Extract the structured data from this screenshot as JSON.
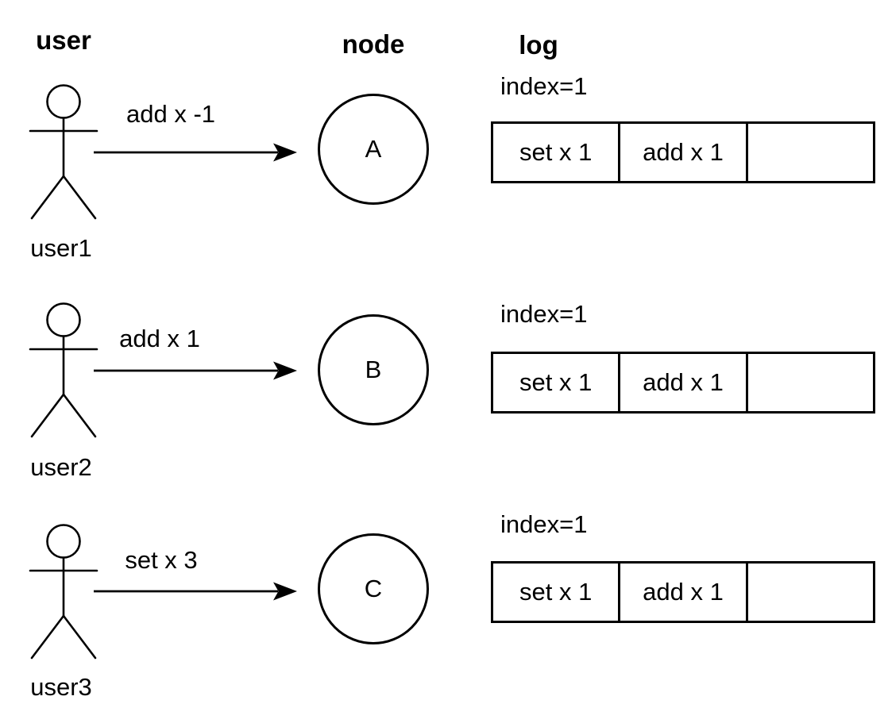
{
  "diagram": {
    "columns": {
      "user": "user",
      "node": "node",
      "log": "log"
    },
    "rows": [
      {
        "user": "user1",
        "message": "add x -1",
        "node": "A",
        "log_index": "index=1",
        "log_cells": [
          "set x 1",
          "add x 1",
          ""
        ]
      },
      {
        "user": "user2",
        "message": "add x 1",
        "node": "B",
        "log_index": "index=1",
        "log_cells": [
          "set x 1",
          "add x 1",
          ""
        ]
      },
      {
        "user": "user3",
        "message": "set x 3",
        "node": "C",
        "log_index": "index=1",
        "log_cells": [
          "set x 1",
          "add x 1",
          ""
        ]
      }
    ],
    "icons": {
      "user": "stick-figure-icon",
      "message": "arrow-right-icon"
    },
    "colors": {
      "stroke": "#000000",
      "background": "#ffffff",
      "text": "#000000"
    }
  }
}
